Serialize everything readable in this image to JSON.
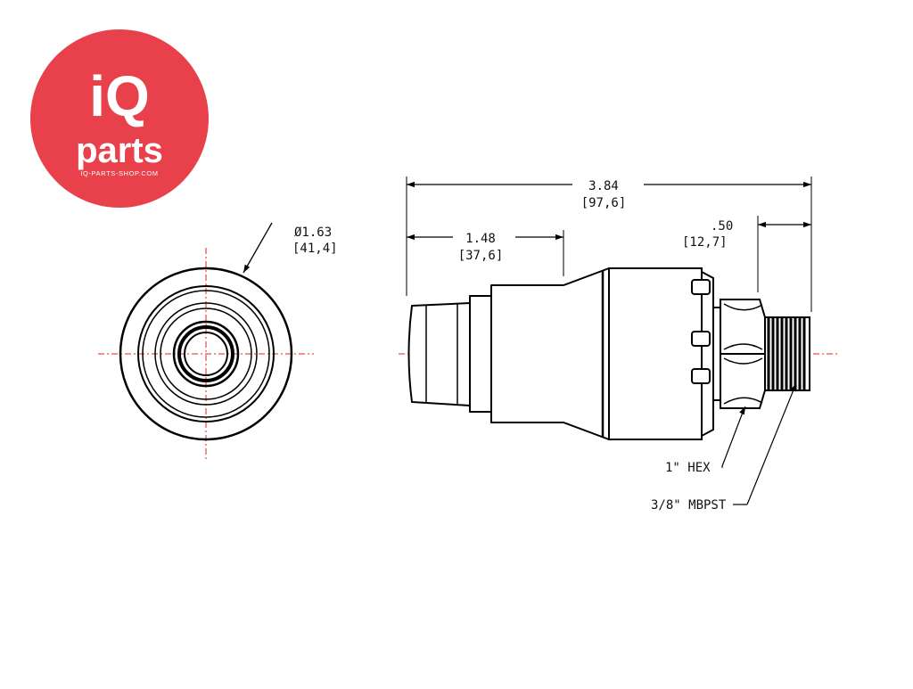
{
  "logo": {
    "brand_top": "iQ",
    "brand_bottom": "parts",
    "website": "IQ-PARTS-SHOP.COM",
    "color": "#e8414b"
  },
  "colors": {
    "outline": "#000000",
    "centerline": "#e02020"
  },
  "end_view": {
    "diameter": {
      "value": "Ø1.63",
      "metric": "[41,4]"
    }
  },
  "side_view": {
    "overall_length": {
      "value": "3.84",
      "metric": "[97,6]"
    },
    "nose_length": {
      "value": "1.48",
      "metric": "[37,6]"
    },
    "thread_length": {
      "value": ".50",
      "metric": "[12,7]"
    },
    "hex_callout": "1\" HEX",
    "thread_callout": "3/8\" MBPST"
  }
}
